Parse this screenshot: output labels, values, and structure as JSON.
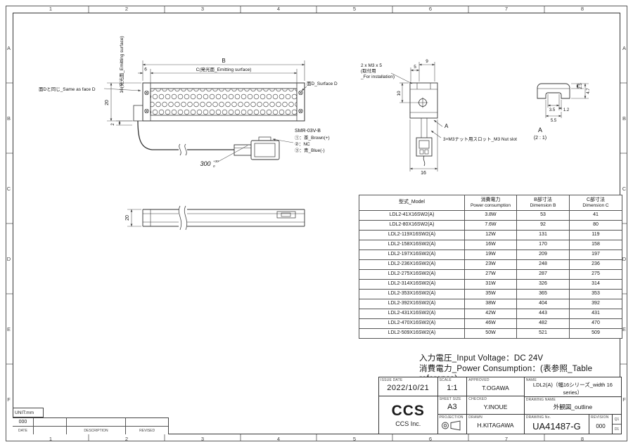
{
  "sheet": {
    "grid_cols": [
      "1",
      "2",
      "3",
      "4",
      "5",
      "6",
      "7",
      "8"
    ],
    "grid_rows": [
      "A",
      "B",
      "C",
      "D",
      "E",
      "F"
    ]
  },
  "front_view": {
    "dim_b": "B",
    "dim_c": "C(発光面_Emitting surface)",
    "dim_6": "6",
    "label_16": "16(発光面_Emitting surface)",
    "dim_20": "20",
    "dim_2": "2",
    "label_same_as_d": "面Dと同じ_Same as face D",
    "label_surface_d": "面D_Surface D"
  },
  "cable": {
    "connector_model": "SMR-03V-B",
    "pin1": "①：茶_Brown(+)",
    "pin2": "②：NC",
    "pin3": "③：青_Blue(-)",
    "length": "300",
    "tol_upper": "+30",
    "tol_lower": "0"
  },
  "side_view": {
    "dim_20": "20"
  },
  "end_view": {
    "screw_note_1": "2 x M3 x 5",
    "screw_note_2": "(取付用",
    "screw_note_3": "_For installation)",
    "dim_5": "5",
    "dim_9": "9",
    "dim_10": "10",
    "dim_16": "16",
    "section_mark": "A",
    "nut_slot_note": "3×M3ナット用スロット_M3 Nut slot"
  },
  "section_view": {
    "title": "A",
    "scale": "(2 : 1)",
    "dim_2_5": "2.5",
    "dim_4_7": "4.7",
    "dim_3_5": "3.5",
    "dim_1_2": "1.2",
    "dim_5_5": "5.5"
  },
  "table": {
    "headers": [
      "型式_Model",
      "消費電力",
      "B部寸法",
      "C部寸法"
    ],
    "headers_sub": [
      "",
      "Power consumption",
      "Dimension B",
      "Dimension C"
    ],
    "rows": [
      [
        "LDL2-41X16SW2(A)",
        "3.8W",
        "53",
        "41"
      ],
      [
        "LDL2-80X16SW2(A)",
        "7.6W",
        "92",
        "80"
      ],
      [
        "LDL2-119X16SW2(A)",
        "12W",
        "131",
        "119"
      ],
      [
        "LDL2-158X16SW2(A)",
        "16W",
        "170",
        "158"
      ],
      [
        "LDL2-197X16SW2(A)",
        "19W",
        "209",
        "197"
      ],
      [
        "LDL2-236X16SW2(A)",
        "23W",
        "248",
        "236"
      ],
      [
        "LDL2-275X16SW2(A)",
        "27W",
        "287",
        "275"
      ],
      [
        "LDL2-314X16SW2(A)",
        "31W",
        "326",
        "314"
      ],
      [
        "LDL2-353X16SW2(A)",
        "35W",
        "365",
        "353"
      ],
      [
        "LDL2-392X16SW2(A)",
        "38W",
        "404",
        "392"
      ],
      [
        "LDL2-431X16SW2(A)",
        "42W",
        "443",
        "431"
      ],
      [
        "LDL2-470X16SW2(A)",
        "46W",
        "482",
        "470"
      ],
      [
        "LDL2-509X16SW2(A)",
        "50W",
        "521",
        "509"
      ]
    ]
  },
  "notes": {
    "voltage": "入力電圧_Input Voltage：DC 24V",
    "power": "消費電力_Power Consumption：(表参照_Table reference)"
  },
  "title_block": {
    "issue_date_label": "ISSUE DATE",
    "issue_date": "2022/10/21",
    "scale_label": "SCALE",
    "scale": "1:1",
    "sheet_size_label": "SHEET SIZE",
    "sheet_size": "A3",
    "projection_label": "PROJECTION",
    "approved_label": "APPROVED",
    "approved": "T.OGAWA",
    "checked_label": "CHECKED",
    "checked": "Y.INOUE",
    "drawn_label": "DRAWN",
    "drawn": "H.KITAGAWA",
    "name_label": "NAME",
    "name": "LDL2(A)（幅16シリーズ_width 16 series）",
    "drawing_name_label": "DRAWING NAME",
    "drawing_name": "外観図_outline",
    "drawing_no_label": "DRAWING No.",
    "drawing_no": "UA41487-G",
    "revision_label": "REVISION",
    "revision": "000",
    "marker_top": "Q1",
    "marker_bottom": "D1",
    "logo": "CCS",
    "company": "CCS Inc."
  },
  "rev_strip": {
    "unit_label": "UNIT:mm",
    "rev": "000",
    "date_label": "DATE",
    "description_label": "DESCRIPTION",
    "revised_label": "REVISED"
  }
}
